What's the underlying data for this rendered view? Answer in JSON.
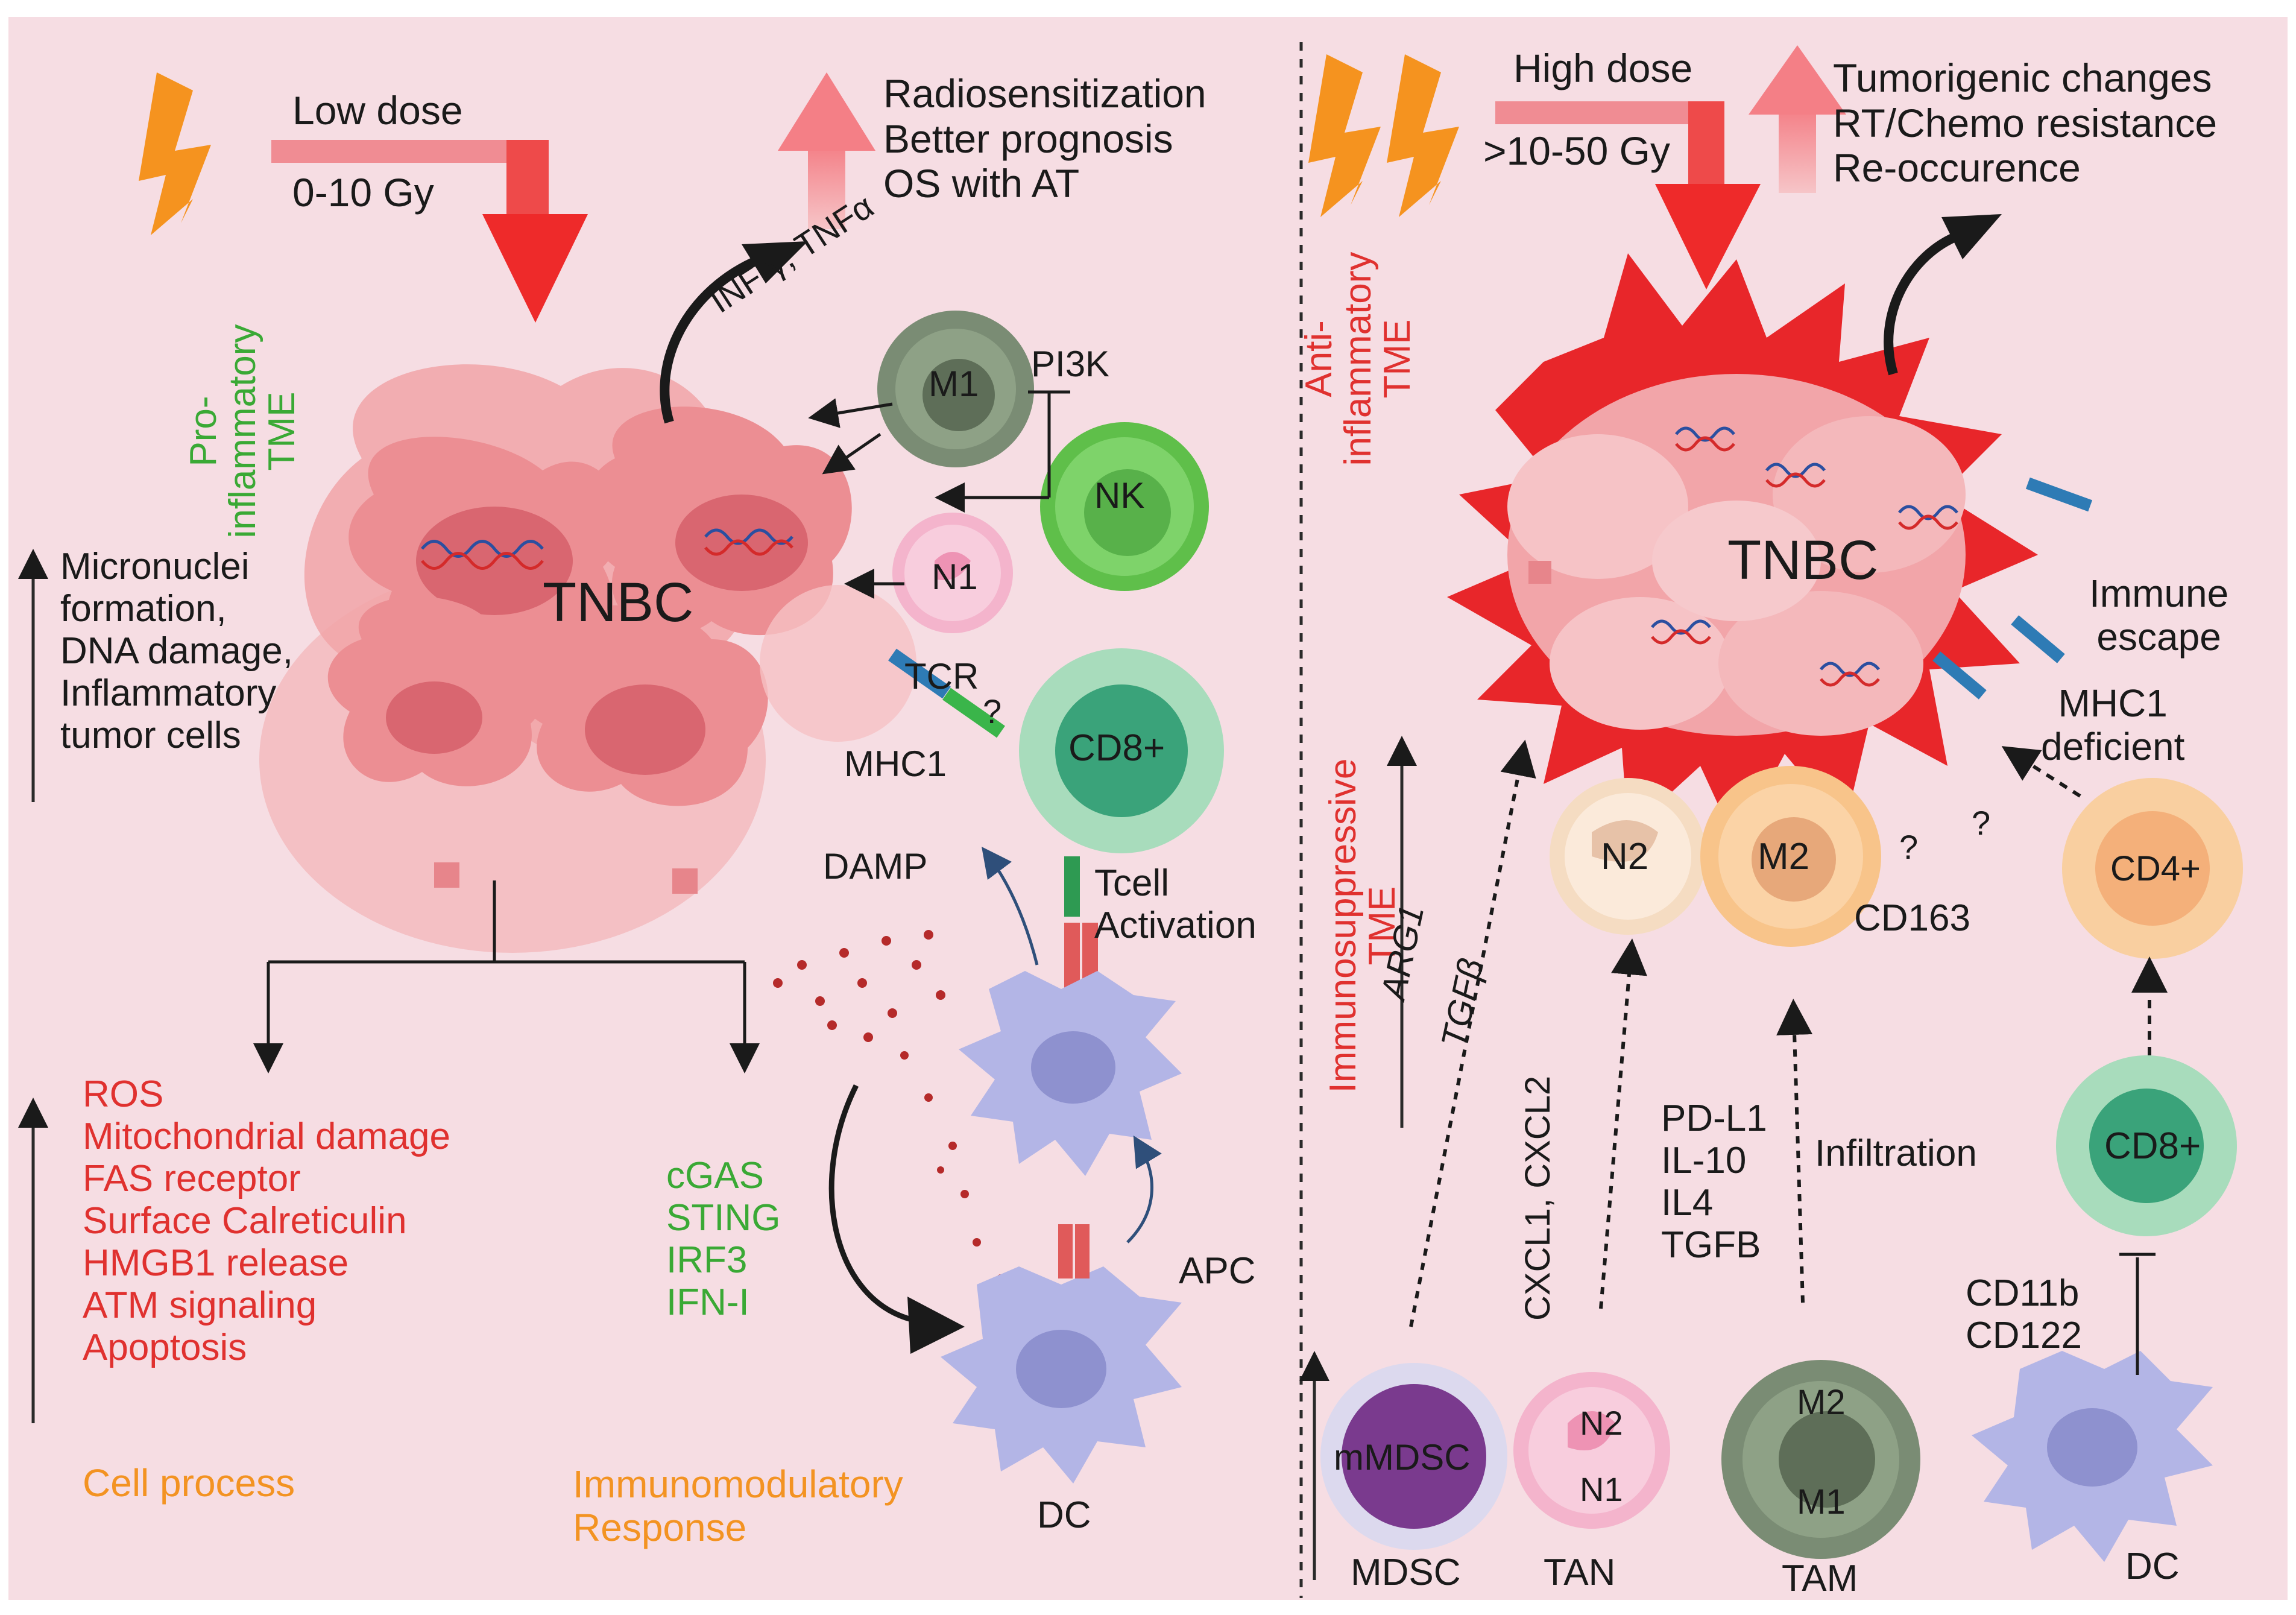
{
  "left": {
    "dose_title": "Low dose",
    "dose_range": "0-10  Gy",
    "outcomes": [
      "Radiosensitization",
      "Better prognosis",
      "OS with AT"
    ],
    "tme_label": [
      "Pro-",
      "inflammatory",
      "TME"
    ],
    "cell_effects": [
      "Micronuclei",
      "formation,",
      "DNA damage,",
      "Inflammatory",
      "tumor cells"
    ],
    "tumor": "TNBC",
    "cytokines": "INF-γ, TNFα",
    "pi3k": "PI3K",
    "cells": {
      "m1": "M1",
      "nk": "NK",
      "n1": "N1",
      "cd8": "CD8+"
    },
    "tcr": "TCR",
    "tcr_question": "?",
    "mhc1": "MHC1",
    "damp": "DAMP",
    "tcell_activation": [
      "Tcell",
      "Activation"
    ],
    "apc": "APC",
    "dc": "DC",
    "cell_process_items": [
      "ROS",
      "Mitochondrial damage",
      "FAS receptor",
      "Surface Calreticulin",
      "HMGB1 release",
      "ATM signaling",
      "Apoptosis"
    ],
    "immuno_items": [
      "cGAS",
      "STING",
      "IRF3",
      "IFN-I"
    ],
    "cell_process_title": "Cell process",
    "immuno_title": [
      "Immunomodulatory",
      "Response"
    ]
  },
  "right": {
    "dose_title": "High dose",
    "dose_range": ">10-50 Gy",
    "outcomes": [
      "Tumorigenic changes",
      "RT/Chemo resistance",
      "Re-occurence"
    ],
    "tme_label": [
      "Anti-",
      "inflammatory",
      "TME"
    ],
    "tumor": "TNBC",
    "immune_escape": [
      "Immune",
      "escape"
    ],
    "mhc1_deficient": [
      "MHC1",
      "deficient"
    ],
    "immunosuppressive": [
      "Immunosuppressive",
      "TME"
    ],
    "cells": {
      "n2": "N2",
      "m2": "M2",
      "cd4": "CD4+",
      "cd8": "CD8+",
      "mmdsc": "mMDSC",
      "tan_n2": "N2",
      "tan_n1": "N1",
      "tam_m2": "M2",
      "tam_m1": "M1"
    },
    "m2_question": "?",
    "cd4_question": "?",
    "cd163": "CD163",
    "arg1": "ARG1",
    "tgfb": "TGFβ",
    "cxcl": "CXCL1, CXCL2",
    "cytokines": [
      "PD-L1",
      "IL-10",
      "IL4",
      "TGFB"
    ],
    "infiltration": "Infiltration",
    "markers": [
      "CD11b",
      "CD122"
    ],
    "bottom_labels": {
      "mdsc": "MDSC",
      "tan": "TAN",
      "tam": "TAM",
      "dc": "DC"
    }
  },
  "colors": {
    "background": "#f6dde3",
    "red_text": "#e0312f",
    "green_text": "#3aa935",
    "orange_text": "#f39322",
    "lightning": "#f5931f",
    "dose_arrow": "#ee2a2a",
    "up_arrow": "#f4868a"
  }
}
